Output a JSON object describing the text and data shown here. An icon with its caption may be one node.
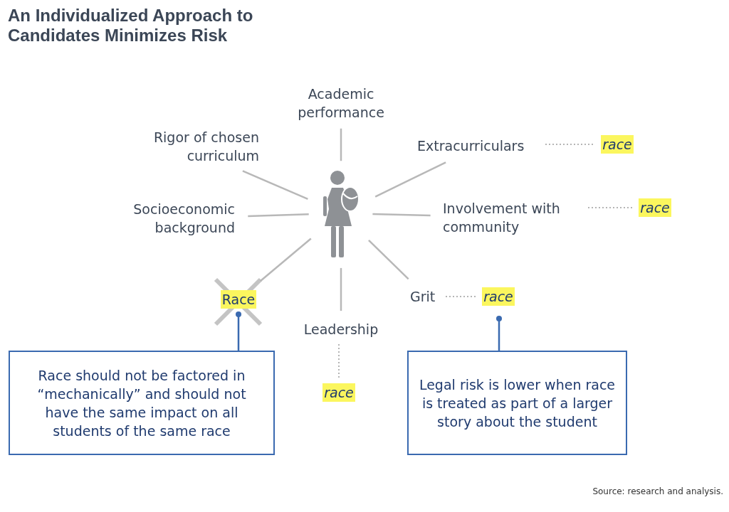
{
  "diagram": {
    "title": "An Individualized Approach to Candidates Minimizes Risk",
    "nodes": [
      {
        "text": [],
        "shape": "person"
      },
      {
        "text": [
          "Academic performance"
        ]
      },
      {
        "text": [
          "Rigor of chosen curriculum"
        ]
      },
      {
        "text": [
          "Extracurriculars"
        ]
      },
      {
        "text": [
          "race"
        ]
      },
      {
        "text": [
          "Socioeconomic background"
        ]
      },
      {
        "text": [
          "Involvement with community"
        ]
      },
      {
        "text": [
          "race"
        ]
      },
      {
        "text": [
          "Race"
        ]
      },
      {
        "text": [
          "Grit"
        ]
      },
      {
        "text": [
          "race"
        ]
      },
      {
        "text": [
          "Leadership"
        ]
      },
      {
        "text": [
          "race"
        ]
      },
      {
        "text": [
          "Race should not be factored in “mechanically” and should not have the same impact on all students of the same race"
        ]
      },
      {
        "text": [
          "Legal risk is lower when race is treated as part of a larger story about the student"
        ]
      }
    ],
    "edges": [
      {
        "from": 0,
        "to": 1,
        "arrow": "none"
      },
      {
        "from": 0,
        "to": 2,
        "arrow": "none"
      },
      {
        "from": 0,
        "to": 3,
        "arrow": "none"
      },
      {
        "from": 0,
        "to": 5,
        "arrow": "none"
      },
      {
        "from": 0,
        "to": 6,
        "arrow": "none"
      },
      {
        "from": 0,
        "to": 8,
        "arrow": "none"
      },
      {
        "from": 0,
        "to": 9,
        "arrow": "none"
      },
      {
        "from": 0,
        "to": 11,
        "arrow": "none"
      },
      {
        "from": 3,
        "to": 4,
        "arrow": "none",
        "style": "dashed"
      },
      {
        "from": 6,
        "to": 7,
        "arrow": "none",
        "style": "dashed"
      },
      {
        "from": 9,
        "to": 10,
        "arrow": "none",
        "style": "dashed"
      },
      {
        "from": 11,
        "to": 12,
        "arrow": "none",
        "style": "dashed"
      },
      {
        "from": 13,
        "to": 8,
        "arrow": "other",
        "color": "#3a6ab0"
      },
      {
        "from": 14,
        "to": 10,
        "arrow": "other",
        "color": "#3a6ab0"
      }
    ],
    "labels": [
      "Source: research and analysis."
    ]
  }
}
